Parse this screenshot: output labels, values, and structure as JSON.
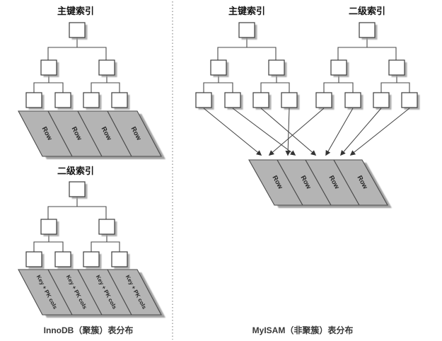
{
  "colors": {
    "band_fill": "#b4b4b4",
    "band_stroke": "#4a4a4a",
    "box_fill": "#ffffff",
    "box_stroke": "#3c3c3c",
    "shadow": "#9a9a9a",
    "line": "#4a4a4a"
  },
  "left_panel": {
    "primary_index": {
      "title": "主键索引",
      "band_cells": [
        "Row",
        "Row",
        "Row",
        "Row"
      ]
    },
    "secondary_index": {
      "title": "二级索引",
      "band_cells": [
        "Key + PK cols",
        "Key + PK cols",
        "Key + PK cols",
        "Key + PK cols"
      ]
    },
    "caption": "InnoDB（聚簇）表分布"
  },
  "right_panel": {
    "primary_index": {
      "title": "主键索引"
    },
    "secondary_index": {
      "title": "二级索引"
    },
    "band_cells": [
      "Row",
      "Row",
      "Row",
      "Row"
    ],
    "caption": "MyISAM（非聚簇）表分布"
  }
}
